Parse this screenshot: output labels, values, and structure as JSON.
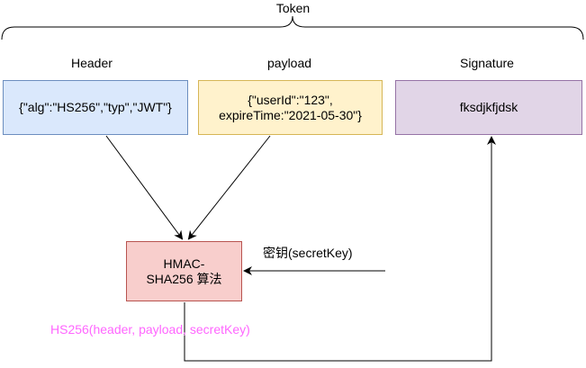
{
  "token": {
    "title": "Token"
  },
  "header": {
    "label": "Header",
    "content": "{\"alg\":\"HS256\",\"typ\",\"JWT\"}"
  },
  "payload": {
    "label": "payload",
    "content": "{\"userId\":\"123\",\nexpireTime:\"2021-05-30\"}"
  },
  "signature": {
    "label": "Signature",
    "content": "fksdjkfjdsk"
  },
  "algorithm": {
    "content": "HMAC-\nSHA256 算法"
  },
  "secret_key": {
    "label": "密钥(secretKey)"
  },
  "formula": {
    "text": "HS256(header, payload, secretKey)"
  },
  "colors": {
    "header_fill": "#dae8fc",
    "header_stroke": "#6c8ebf",
    "payload_fill": "#fff2cc",
    "payload_stroke": "#d6b656",
    "signature_fill": "#e1d5e7",
    "signature_stroke": "#9673a6",
    "algorithm_fill": "#f8cecc",
    "algorithm_stroke": "#b85450",
    "formula_text": "#ff66ff"
  }
}
